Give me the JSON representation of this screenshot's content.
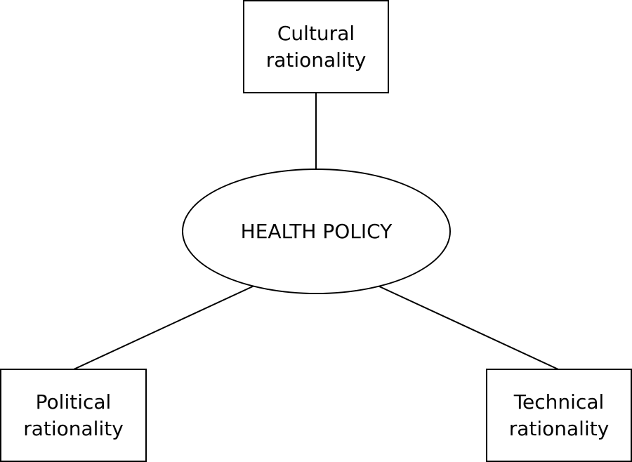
{
  "center": {
    "label": "HEALTH POLICY"
  },
  "nodes": {
    "cultural": {
      "line1": "Cultural",
      "line2": "rationality"
    },
    "political": {
      "line1": "Political",
      "line2": "rationality"
    },
    "technical": {
      "line1": "Technical",
      "line2": "rationality"
    }
  },
  "colors": {
    "stroke": "#000000",
    "background": "#ffffff"
  }
}
